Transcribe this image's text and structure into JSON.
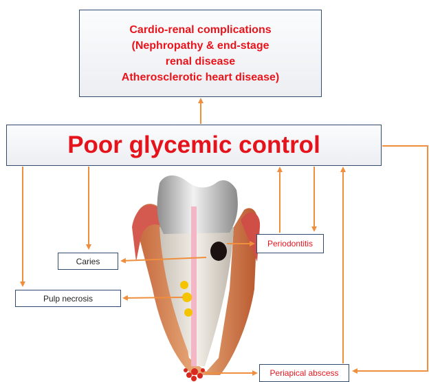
{
  "top_box": {
    "lines": [
      "Cardio-renal complications",
      "(Nephropathy & end-stage",
      "renal disease",
      "Atherosclerotic heart disease)"
    ]
  },
  "main_box": {
    "title": "Poor glycemic control"
  },
  "labels": {
    "caries": "Caries",
    "pulp_necrosis": "Pulp necrosis",
    "periodontitis": "Periodontitis",
    "periapical_abscess": "Periapical abscess"
  },
  "colors": {
    "arrow": "#ef8f3d",
    "box_border": "#2f4a6e",
    "title_red": "#e5131b"
  }
}
